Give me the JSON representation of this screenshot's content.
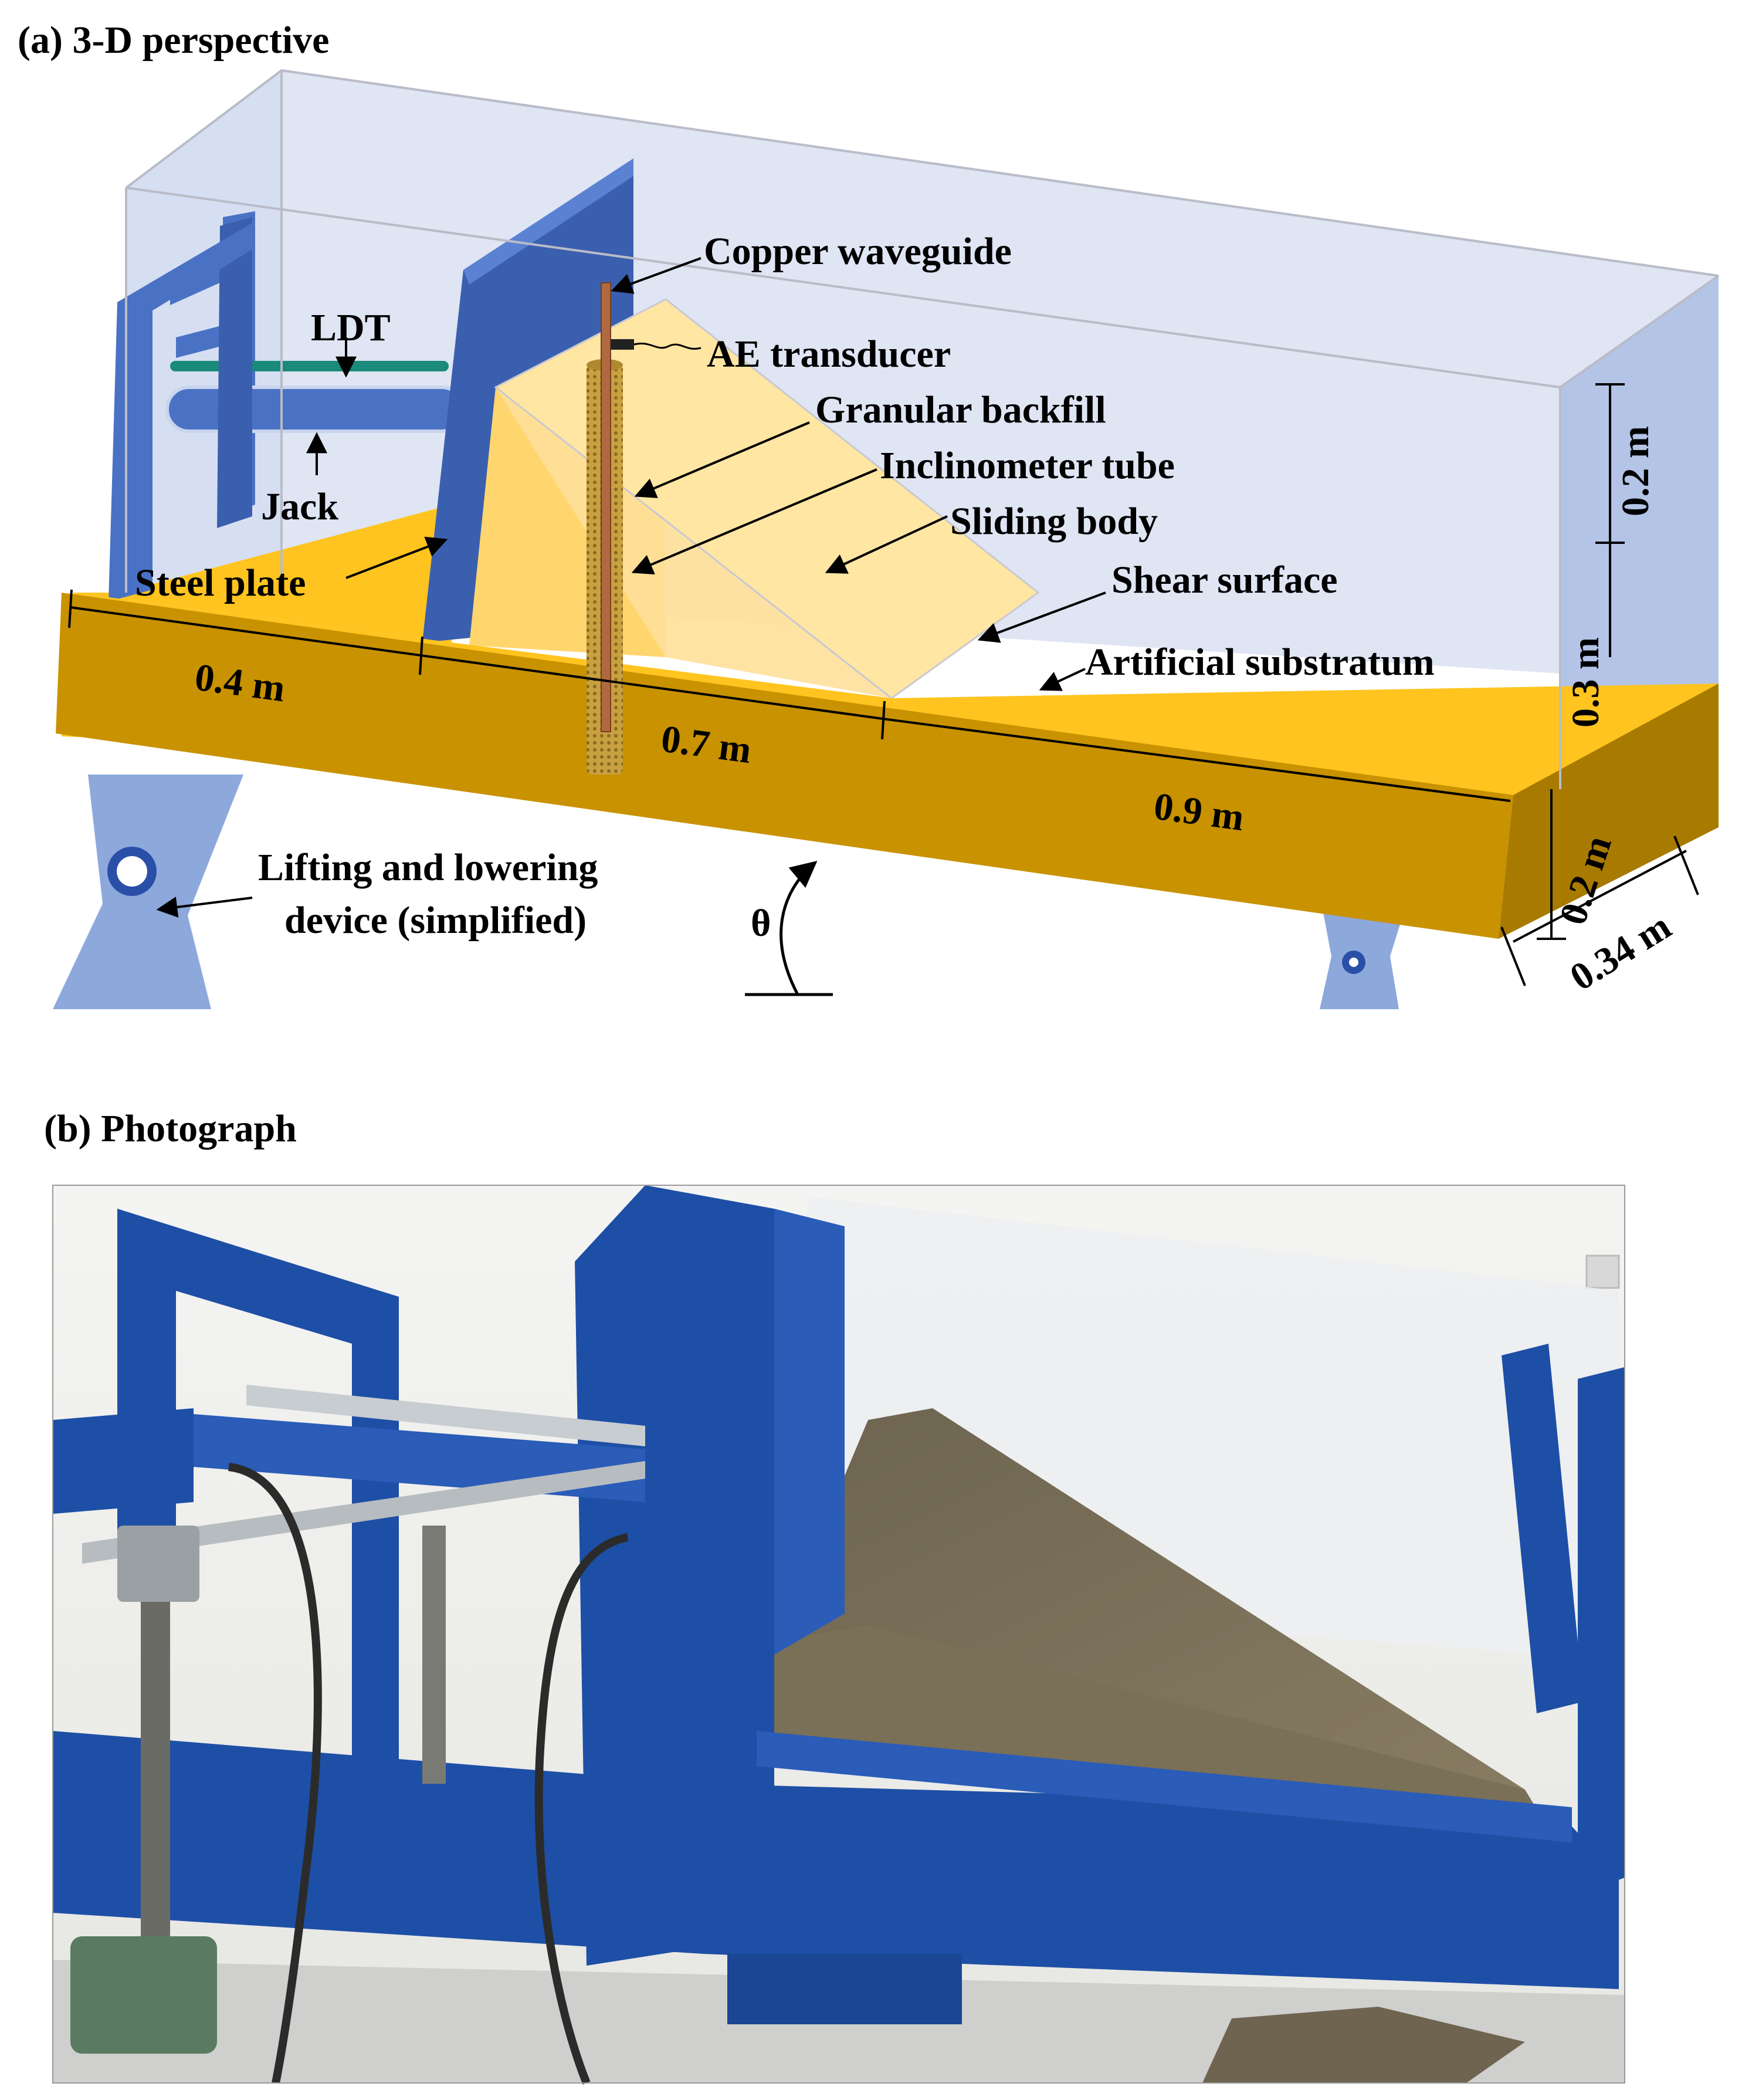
{
  "panel_a": {
    "title": "(a) 3-D perspective",
    "labels": {
      "copper_waveguide": "Copper waveguide",
      "ldt": "LDT",
      "ae_transducer": "AE transducer",
      "granular_backfill": "Granular backfill",
      "inclinometer_tube": "Inclinometer tube",
      "jack": "Jack",
      "sliding_body": "Sliding body",
      "steel_plate": "Steel plate",
      "shear_surface": "Shear surface",
      "artificial_substratum": "Artificial substratum",
      "lifting_line1": "Lifting and lowering",
      "lifting_line2": "device (simplified)",
      "theta": "θ"
    },
    "dimensions": {
      "d_04": "0.4 m",
      "d_07": "0.7 m",
      "d_09": "0.9 m",
      "d_02_top": "0.2 m",
      "d_03": "0.3 m",
      "d_02_bottom": "0.2 m",
      "d_034": "0.34 m"
    },
    "colors": {
      "tank_glass": "#dde3f2",
      "frame_blue": "#4a72c4",
      "substratum_top": "#ffc41f",
      "substratum_front": "#c89200",
      "sliding_body": "#ffe6a3",
      "backfill": "#ffd66e",
      "support": "#8da9dc",
      "ldt": "#1a8a7a"
    }
  },
  "panel_b": {
    "title": "(b) Photograph"
  }
}
